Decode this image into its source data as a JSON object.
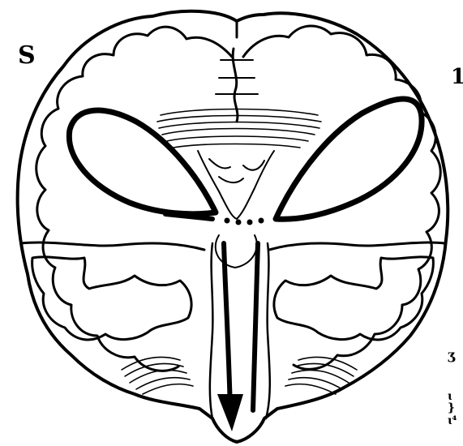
{
  "labels": {
    "left": "S",
    "right": "1",
    "edge_marks": [
      "ʒ",
      "ɩ }",
      "ɩ⁴"
    ]
  },
  "colors": {
    "ink": "#000000",
    "paper": "#ffffff"
  }
}
